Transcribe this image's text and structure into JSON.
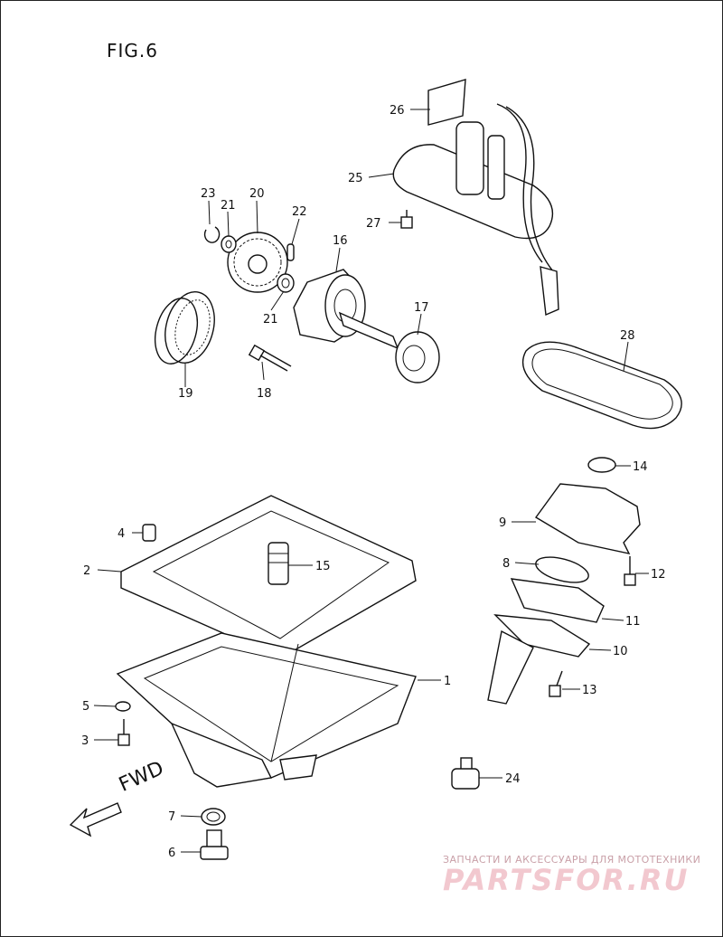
{
  "title": "FIG.6",
  "direction_label": "FWD",
  "watermark": {
    "line1": "ЗАПЧАСТИ И АКСЕССУАРЫ ДЛЯ МОТОТЕХНИКИ",
    "logo": "PARTSFOR.RU"
  },
  "callouts": [
    {
      "id": "1",
      "label": "1"
    },
    {
      "id": "2",
      "label": "2"
    },
    {
      "id": "3",
      "label": "3"
    },
    {
      "id": "4",
      "label": "4"
    },
    {
      "id": "5",
      "label": "5"
    },
    {
      "id": "6",
      "label": "6"
    },
    {
      "id": "7",
      "label": "7"
    },
    {
      "id": "8",
      "label": "8"
    },
    {
      "id": "9",
      "label": "9"
    },
    {
      "id": "10",
      "label": "10"
    },
    {
      "id": "11",
      "label": "11"
    },
    {
      "id": "12",
      "label": "12"
    },
    {
      "id": "13",
      "label": "13"
    },
    {
      "id": "14",
      "label": "14"
    },
    {
      "id": "15",
      "label": "15"
    },
    {
      "id": "16",
      "label": "16"
    },
    {
      "id": "17",
      "label": "17"
    },
    {
      "id": "18",
      "label": "18"
    },
    {
      "id": "19",
      "label": "19"
    },
    {
      "id": "20",
      "label": "20"
    },
    {
      "id": "21a",
      "label": "21"
    },
    {
      "id": "21b",
      "label": "21"
    },
    {
      "id": "22",
      "label": "22"
    },
    {
      "id": "23",
      "label": "23"
    },
    {
      "id": "24",
      "label": "24"
    },
    {
      "id": "25",
      "label": "25"
    },
    {
      "id": "26",
      "label": "26"
    },
    {
      "id": "27",
      "label": "27"
    },
    {
      "id": "28",
      "label": "28"
    }
  ]
}
